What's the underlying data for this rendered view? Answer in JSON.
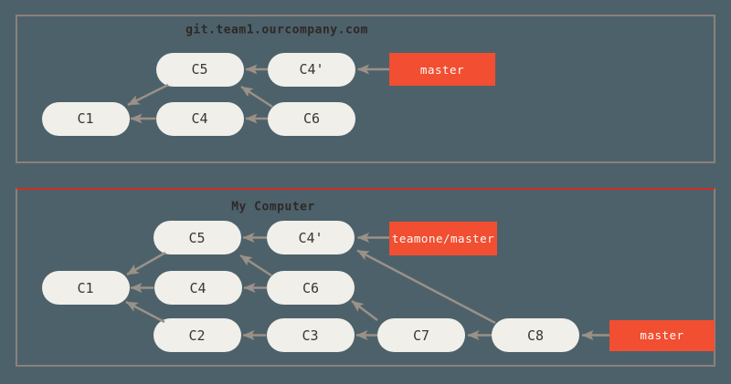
{
  "diagram": {
    "description": "Git commit graph: rebased commits pushed to a shared server vs local history",
    "panels": [
      {
        "id": "server",
        "title": "git.team1.ourcompany.com",
        "nodes": [
          {
            "id": "C1",
            "label": "C1"
          },
          {
            "id": "C4",
            "label": "C4"
          },
          {
            "id": "C5",
            "label": "C5"
          },
          {
            "id": "C6",
            "label": "C6"
          },
          {
            "id": "C4'",
            "label": "C4'"
          }
        ],
        "branches": [
          {
            "id": "master",
            "label": "master",
            "points_to": "C4'"
          }
        ],
        "edges": [
          {
            "from": "C5",
            "to": "C1"
          },
          {
            "from": "C4",
            "to": "C1"
          },
          {
            "from": "C6",
            "to": "C4"
          },
          {
            "from": "C6",
            "to": "C5"
          },
          {
            "from": "C4'",
            "to": "C5"
          }
        ]
      },
      {
        "id": "local",
        "title": "My Computer",
        "nodes": [
          {
            "id": "C1",
            "label": "C1"
          },
          {
            "id": "C2",
            "label": "C2"
          },
          {
            "id": "C3",
            "label": "C3"
          },
          {
            "id": "C4",
            "label": "C4"
          },
          {
            "id": "C5",
            "label": "C5"
          },
          {
            "id": "C6",
            "label": "C6"
          },
          {
            "id": "C7",
            "label": "C7"
          },
          {
            "id": "C8",
            "label": "C8"
          },
          {
            "id": "C4'",
            "label": "C4'"
          }
        ],
        "branches": [
          {
            "id": "teamone-master",
            "label": "teamone/master",
            "points_to": "C4'"
          },
          {
            "id": "master",
            "label": "master",
            "points_to": "C8"
          }
        ],
        "edges": [
          {
            "from": "C5",
            "to": "C1"
          },
          {
            "from": "C4",
            "to": "C1"
          },
          {
            "from": "C2",
            "to": "C1"
          },
          {
            "from": "C4'",
            "to": "C5"
          },
          {
            "from": "C6",
            "to": "C5"
          },
          {
            "from": "C6",
            "to": "C4"
          },
          {
            "from": "C3",
            "to": "C2"
          },
          {
            "from": "C7",
            "to": "C3"
          },
          {
            "from": "C7",
            "to": "C6"
          },
          {
            "from": "C8",
            "to": "C7"
          },
          {
            "from": "C8",
            "to": "C4'"
          }
        ]
      }
    ],
    "colors": {
      "background": "#4d616b",
      "panel_border": "#8b8179",
      "local_panel_top_border": "#cf2e20",
      "node_fill": "#f0efe9",
      "node_text": "#3a3632",
      "edge": "#9b9186",
      "branch_fill": "#f14e32",
      "branch_text": "#fdfcf7",
      "title_text": "#2d2926"
    }
  }
}
